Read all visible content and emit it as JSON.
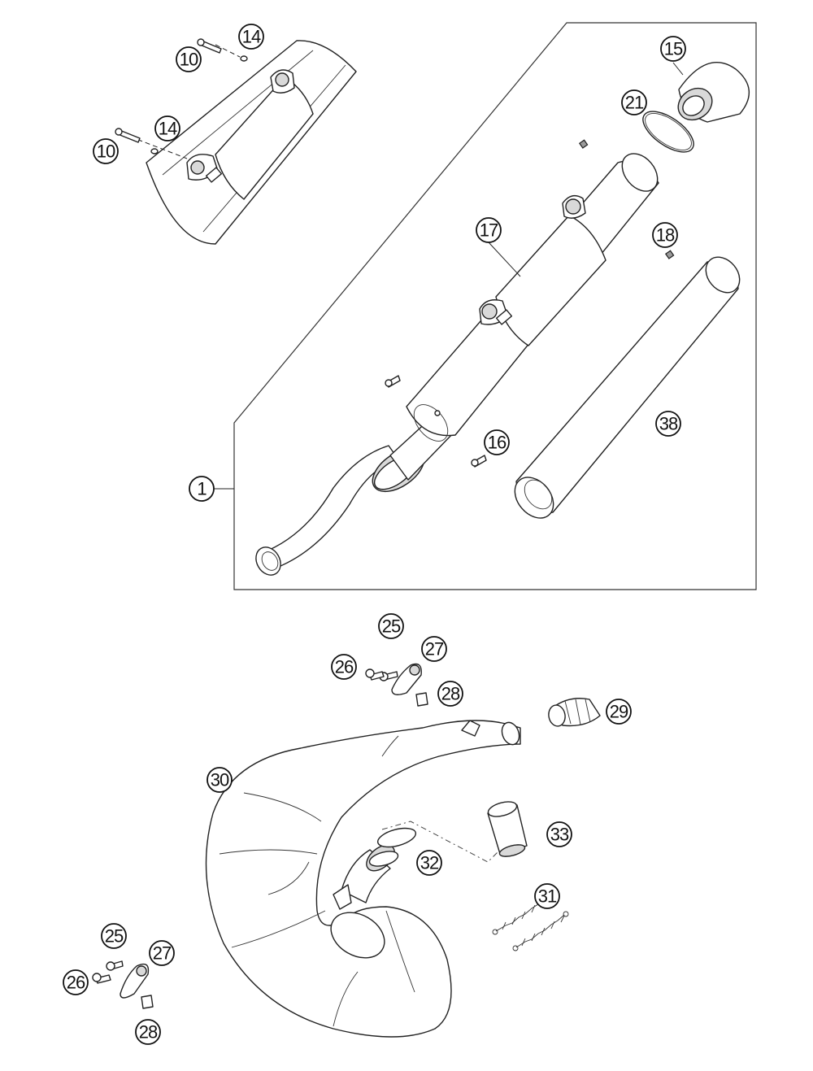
{
  "callouts": {
    "c1": "1",
    "c10a": "10",
    "c10b": "10",
    "c14a": "14",
    "c14b": "14",
    "c15": "15",
    "c16": "16",
    "c17": "17",
    "c18": "18",
    "c21": "21",
    "c25a": "25",
    "c25b": "25",
    "c26a": "26",
    "c26b": "26",
    "c27a": "27",
    "c27b": "27",
    "c28a": "28",
    "c28b": "28",
    "c29": "29",
    "c30": "30",
    "c31": "31",
    "c32": "32",
    "c33": "33",
    "c38": "38"
  }
}
